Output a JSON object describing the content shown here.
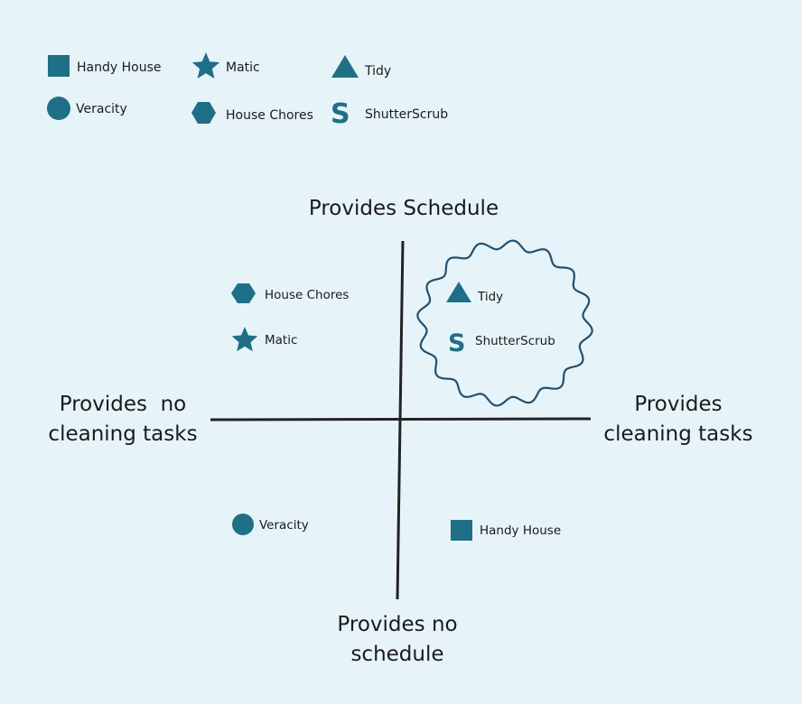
{
  "colors": {
    "marker": "#1f6f87",
    "axis": "#222222",
    "cluster_outline": "#24506f",
    "background": "#e6f4f9"
  },
  "legend": {
    "items": [
      {
        "label": "Handy House",
        "icon": "square-icon"
      },
      {
        "label": "Matic",
        "icon": "star-icon"
      },
      {
        "label": "Tidy",
        "icon": "triangle-icon"
      },
      {
        "label": "Veracity",
        "icon": "circle-icon"
      },
      {
        "label": "House Chores",
        "icon": "hexagon-icon"
      },
      {
        "label": "ShutterScrub",
        "icon": "s-letter-icon"
      }
    ]
  },
  "axes": {
    "top_label": "Provides Schedule",
    "bottom_label_line1": "Provides no",
    "bottom_label_line2": "schedule",
    "left_label_line1": "Provides  no",
    "left_label_line2": "cleaning tasks",
    "right_label_line1": "Provides",
    "right_label_line2": "cleaning tasks"
  },
  "plot_items": [
    {
      "label": "House Chores",
      "icon": "hexagon-icon",
      "quadrant": "top-left"
    },
    {
      "label": "Matic",
      "icon": "star-icon",
      "quadrant": "top-left"
    },
    {
      "label": "Tidy",
      "icon": "triangle-icon",
      "quadrant": "top-right"
    },
    {
      "label": "ShutterScrub",
      "icon": "s-letter-icon",
      "quadrant": "top-right"
    },
    {
      "label": "Veracity",
      "icon": "circle-icon",
      "quadrant": "bottom-left"
    },
    {
      "label": "Handy House",
      "icon": "square-icon",
      "quadrant": "bottom-right"
    }
  ]
}
